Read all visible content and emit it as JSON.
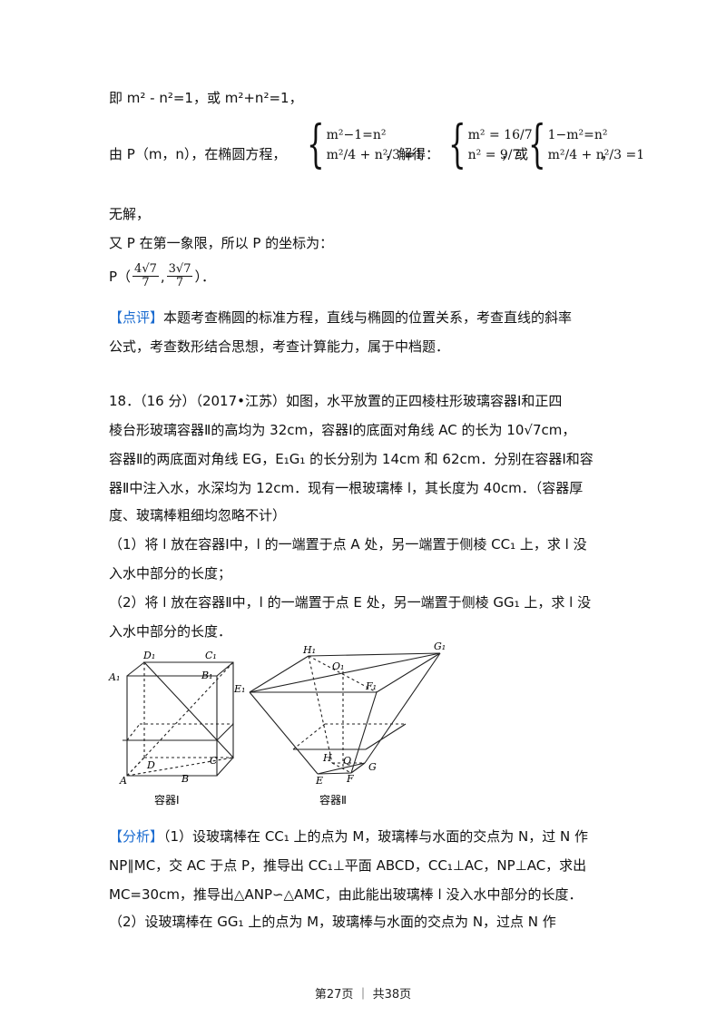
{
  "lines": {
    "l1": "即 m² - n²=1，或 m²+n²=1，",
    "l2_prefix": "由 P（m，n），在椭圆方程，",
    "l2_solved": "，解得：",
    "l2_or": "，或",
    "l2_end": "，",
    "sys1": [
      "m²−1=n²",
      "m²/4 + n²/3 =1"
    ],
    "sys2": [
      "m² = 16/7",
      "n² = 9/7"
    ],
    "sys3": [
      "1−m²=n²",
      "m²/4 + n²/3 =1"
    ],
    "l3": "无解，",
    "l4": "又 P 在第一象限，所以 P 的坐标为：",
    "l5_p": "P（",
    "l5_end": "）．",
    "l5_num1": "4√7",
    "l5_den1": "7",
    "l5_num2": "3√7",
    "l5_den2": "7",
    "review_tag": "【点评】",
    "review_1": "本题考查椭圆的标准方程，直线与椭圆的位置关系，考查直线的斜率",
    "review_2": "公式，考查数形结合思想，考查计算能力，属于中档题．",
    "q18_1": "18．（16 分）（2017•江苏）如图，水平放置的正四棱柱形玻璃容器Ⅰ和正四",
    "q18_2": "棱台形玻璃容器Ⅱ的高均为 32cm，容器Ⅰ的底面对角线 AC 的长为 10√7cm，",
    "q18_3": "容器Ⅱ的两底面对角线 EG，E₁G₁ 的长分别为 14cm 和 62cm．分别在容器Ⅰ和容",
    "q18_4": "器Ⅱ中注入水，水深均为 12cm．现有一根玻璃棒 l，其长度为 40cm．（容器厚",
    "q18_5": "度、玻璃棒粗细均忽略不计）",
    "q18_6": "（1）将 l 放在容器Ⅰ中，l 的一端置于点 A 处，另一端置于侧棱 CC₁ 上，求 l 没",
    "q18_7": "入水中部分的长度；",
    "q18_8": "（2）将 l 放在容器Ⅱ中，l 的一端置于点 E 处，另一端置于侧棱 GG₁ 上，求 l 没",
    "q18_9": "入水中部分的长度．",
    "analysis_tag": "【分析】",
    "analysis_1": "（1）设玻璃棒在 CC₁ 上的点为 M，玻璃棒与水面的交点为 N，过 N 作",
    "analysis_2": "NP∥MC，交 AC 于点 P，推导出 CC₁⊥平面 ABCD，CC₁⊥AC，NP⊥AC，求出",
    "analysis_3": "MC=30cm，推导出△ANP∽△AMC，由此能出玻璃棒 l 没入水中部分的长度．",
    "analysis_4": "（2）设玻璃棒在 GG₁ 上的点为 M，玻璃棒与水面的交点为 N，过点 N 作"
  },
  "figure": {
    "label_D1": "D₁",
    "label_C1": "C₁",
    "label_A1": "A₁",
    "label_B1": "B₁",
    "label_A": "A",
    "label_B": "B",
    "label_C": "C",
    "label_D": "D",
    "caption1": "容器Ⅰ",
    "label_H1": "H₁",
    "label_G1": "G₁",
    "label_O1": "O₁",
    "label_E1": "E₁",
    "label_F1": "F₁",
    "label_H": "H",
    "label_Q": "Q",
    "label_G": "G",
    "label_E": "E",
    "label_F": "F",
    "caption2": "容器Ⅱ"
  },
  "footer": {
    "text": "第27页 ｜ 共38页"
  },
  "colors": {
    "accent": "#1a6bd0",
    "text": "#111111"
  }
}
